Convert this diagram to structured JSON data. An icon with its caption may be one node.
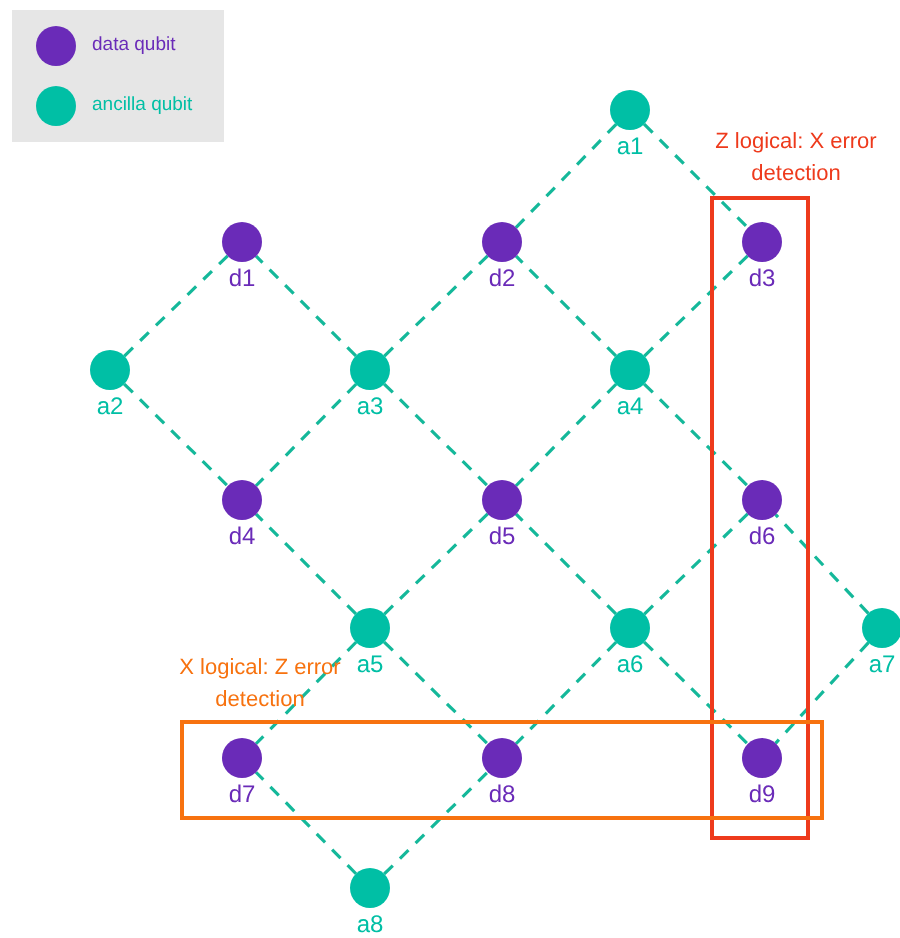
{
  "diagram": {
    "nodes": [
      {
        "text": [
          "a1"
        ]
      },
      {
        "text": [
          "d1"
        ]
      },
      {
        "text": [
          "d2"
        ]
      },
      {
        "text": [
          "d3"
        ]
      },
      {
        "text": [
          "a2"
        ]
      },
      {
        "text": [
          "a3"
        ]
      },
      {
        "text": [
          "a4"
        ]
      },
      {
        "text": [
          "d4"
        ]
      },
      {
        "text": [
          "d5"
        ]
      },
      {
        "text": [
          "d6"
        ]
      },
      {
        "text": [
          "a5"
        ]
      },
      {
        "text": [
          "a6"
        ]
      },
      {
        "text": [
          "a7"
        ]
      },
      {
        "text": [
          "d7"
        ]
      },
      {
        "text": [
          "d8"
        ]
      },
      {
        "text": [
          "d9"
        ]
      },
      {
        "text": [
          "a8"
        ]
      }
    ],
    "edges": [
      {
        "from": 0,
        "to": 2,
        "arrow": "none",
        "style": "dashed"
      },
      {
        "from": 0,
        "to": 3,
        "arrow": "none",
        "style": "dashed"
      },
      {
        "from": 4,
        "to": 1,
        "arrow": "none",
        "style": "dashed"
      },
      {
        "from": 4,
        "to": 7,
        "arrow": "none",
        "style": "dashed"
      },
      {
        "from": 5,
        "to": 1,
        "arrow": "none",
        "style": "dashed"
      },
      {
        "from": 5,
        "to": 2,
        "arrow": "none",
        "style": "dashed"
      },
      {
        "from": 5,
        "to": 7,
        "arrow": "none",
        "style": "dashed"
      },
      {
        "from": 5,
        "to": 8,
        "arrow": "none",
        "style": "dashed"
      },
      {
        "from": 6,
        "to": 2,
        "arrow": "none",
        "style": "dashed"
      },
      {
        "from": 6,
        "to": 3,
        "arrow": "none",
        "style": "dashed"
      },
      {
        "from": 6,
        "to": 8,
        "arrow": "none",
        "style": "dashed"
      },
      {
        "from": 6,
        "to": 9,
        "arrow": "none",
        "style": "dashed"
      },
      {
        "from": 10,
        "to": 7,
        "arrow": "none",
        "style": "dashed"
      },
      {
        "from": 10,
        "to": 8,
        "arrow": "none",
        "style": "dashed"
      },
      {
        "from": 10,
        "to": 13,
        "arrow": "none",
        "style": "dashed"
      },
      {
        "from": 10,
        "to": 14,
        "arrow": "none",
        "style": "dashed"
      },
      {
        "from": 11,
        "to": 8,
        "arrow": "none",
        "style": "dashed"
      },
      {
        "from": 11,
        "to": 9,
        "arrow": "none",
        "style": "dashed"
      },
      {
        "from": 11,
        "to": 14,
        "arrow": "none",
        "style": "dashed"
      },
      {
        "from": 11,
        "to": 15,
        "arrow": "none",
        "style": "dashed"
      },
      {
        "from": 12,
        "to": 9,
        "arrow": "none",
        "style": "dashed"
      },
      {
        "from": 12,
        "to": 15,
        "arrow": "none",
        "style": "dashed"
      },
      {
        "from": 16,
        "to": 13,
        "arrow": "none",
        "style": "dashed"
      },
      {
        "from": 16,
        "to": 14,
        "arrow": "none",
        "style": "dashed"
      }
    ],
    "labels": [
      "Z logical: X error detection",
      "X logical: Z error detection"
    ],
    "legend": [
      {
        "text": "data qubit",
        "color": "#6a2bb8"
      },
      {
        "text": "ancilla qubit",
        "color": "#00bfa5"
      }
    ]
  }
}
